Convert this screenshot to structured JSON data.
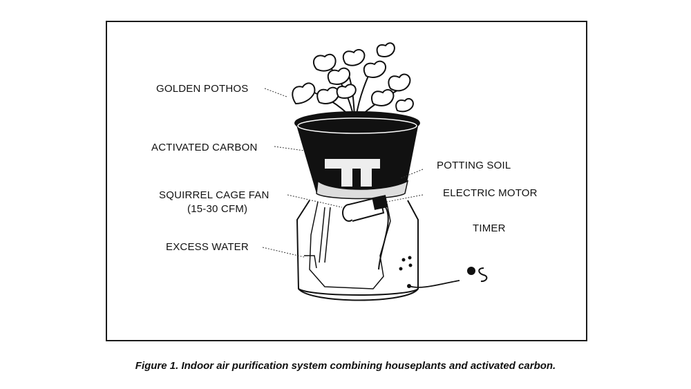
{
  "figure": {
    "caption": "Figure 1. Indoor air purification system combining houseplants and activated carbon.",
    "labels": {
      "golden_pothos": "GOLDEN POTHOS",
      "activated_carbon": "ACTIVATED CARBON",
      "potting_soil": "POTTING SOIL",
      "squirrel_cage_fan": "SQUIRREL CAGE FAN",
      "fan_rating": "(15-30 CFM)",
      "electric_motor": "ELECTRIC MOTOR",
      "excess_water": "EXCESS WATER",
      "timer": "TIMER"
    }
  }
}
